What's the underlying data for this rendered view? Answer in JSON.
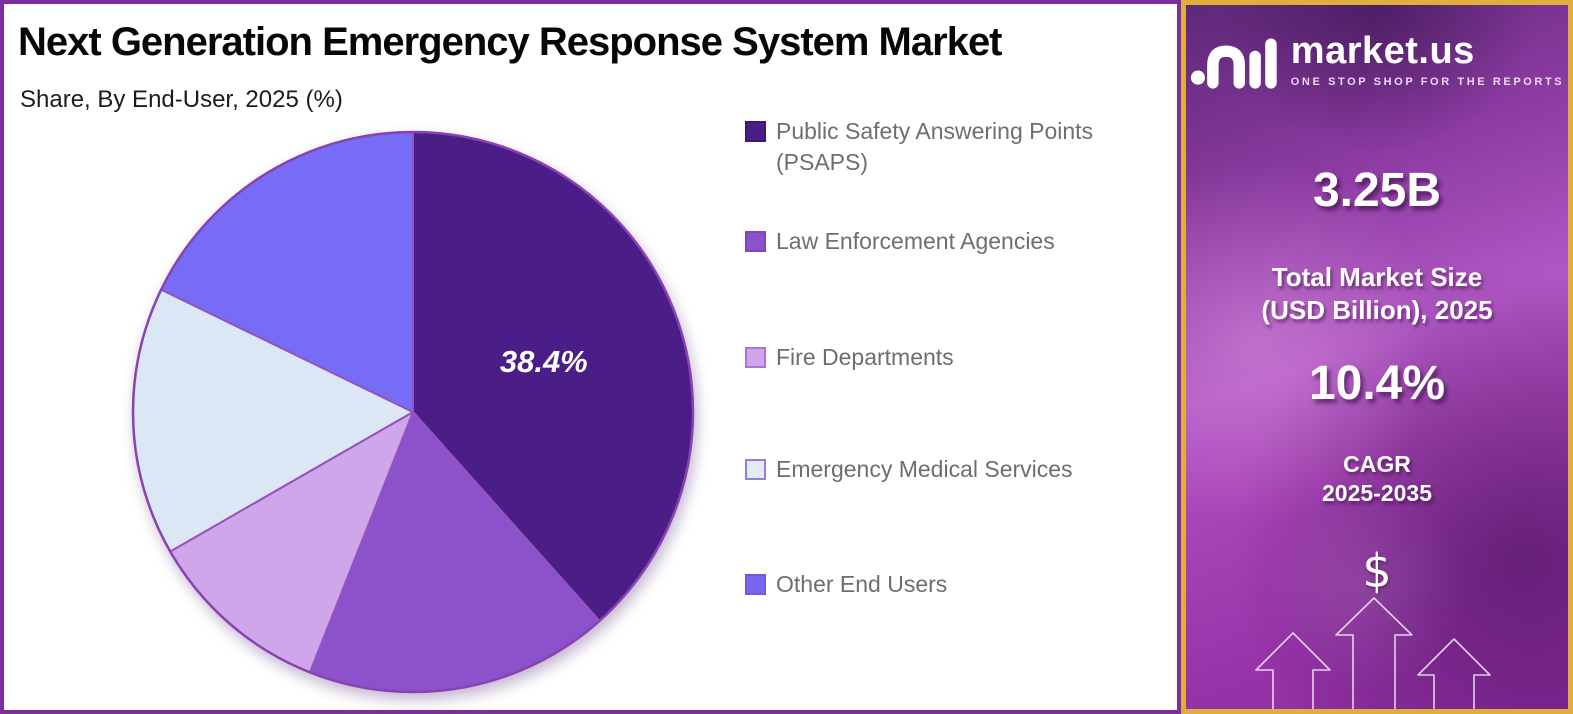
{
  "header": {
    "title": "Next Generation Emergency Response System Market",
    "subtitle": "Share, By End-User, 2025 (%)"
  },
  "chart_data": {
    "type": "pie",
    "title": "Next Generation Emergency Response System Market Share, By End-User, 2025 (%)",
    "start_angle_deg": 0,
    "direction": "clockwise",
    "legend_position": "right",
    "slices": [
      {
        "label": "Public Safety Answering Points (PSAPS)",
        "value": 38.4,
        "pct_label": "38.4%",
        "color": "#4B1E87"
      },
      {
        "label": "Law Enforcement Agencies",
        "value": 17.6,
        "color": "#8C52CC"
      },
      {
        "label": "Fire Departments",
        "value": 10.7,
        "color": "#CFA6EA"
      },
      {
        "label": "Emergency Medical Services",
        "value": 15.5,
        "color": "#DCE7F5"
      },
      {
        "label": "Other End Users",
        "value": 17.8,
        "color": "#766CF5"
      }
    ]
  },
  "legend": {
    "items": [
      {
        "lines": [
          "Public Safety Answering Points",
          "(PSAPS)"
        ],
        "color": "#4B1E87",
        "border": "#3E1773"
      },
      {
        "lines": [
          "Law Enforcement Agencies"
        ],
        "color": "#8C52CC",
        "border": "#7F46BE"
      },
      {
        "lines": [
          "Fire Departments"
        ],
        "color": "#CFA6EA",
        "border": "#A873D2"
      },
      {
        "lines": [
          "Emergency Medical Services"
        ],
        "color": "#E3EBF7",
        "border": "#8F7FE0"
      },
      {
        "lines": [
          "Other End Users"
        ],
        "color": "#7866F0",
        "border": "#6C5BE0"
      }
    ]
  },
  "sidebar": {
    "logo": {
      "brand": "market.us",
      "tagline": "ONE STOP SHOP FOR THE REPORTS"
    },
    "stat1": {
      "value": "3.25B",
      "caption_line1": "Total Market Size",
      "caption_line2": "(USD Billion), 2025"
    },
    "stat2": {
      "value": "10.4%",
      "caption_line1": "CAGR",
      "caption_line2": "2025-2035"
    },
    "dollar_symbol": "$",
    "colors": {
      "gold_border": "#DFAE3C",
      "background_purple": "#9733A9"
    }
  },
  "frame": {
    "border_color": "#7C2E9B",
    "pie_stroke_color": "#9453BE",
    "pie_label_color": "#ffffff"
  }
}
